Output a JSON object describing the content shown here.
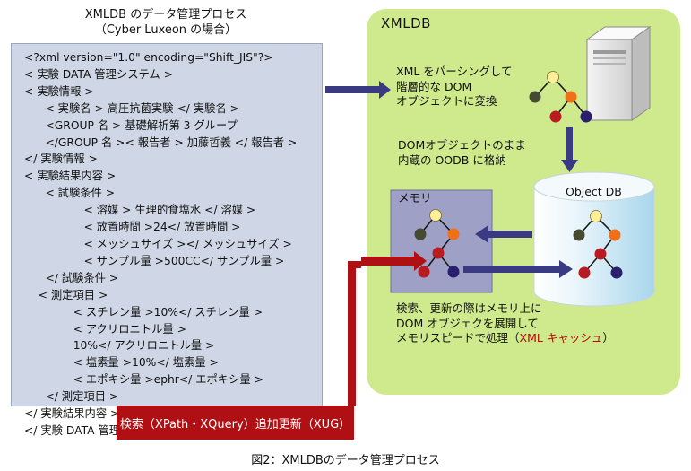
{
  "header": {
    "title": "XMLDB のデータ管理プロセス",
    "subtitle": "（Cyber Luxeon の場合）"
  },
  "xml_lines": [
    "<?xml version=\"1.0\" encoding=\"Shift_JIS\"?>",
    "< 実験 DATA 管理システム >",
    "< 実験情報 >",
    "      < 実験名 > 高圧抗菌実験 </ 実験名 >",
    "      <GROUP 名 > 基礎解析第 3 グループ",
    "      </GROUP 名 >< 報告者 > 加藤哲義 </ 報告者 >",
    "</ 実験情報 >",
    "< 実験結果内容 >",
    "      < 試験条件 >",
    "                 < 溶媒 > 生理的食塩水 </ 溶媒 >",
    "                 < 放置時間 >24</ 放置時間 >",
    "                 < メッシュサイズ ></ メッシュサイズ >",
    "                 < サンプル量 >500CC</ サンプル量 >",
    "      </ 試験条件 >",
    "    < 測定項目 >",
    "              < スチレン量 >10%</ スチレン量 >",
    "              < アクリロニトル量 >",
    "              10%</ アクリロニトル量 >",
    "              < 塩素量 >10%</ 塩素量 >",
    "              < エポキシ量 >ephr</ エポキシ量 >",
    "      </ 測定項目 >",
    "</ 実験結果内容 >",
    "</ 実験 DATA 管理システム >"
  ],
  "xmldb": {
    "title": "XMLDB",
    "parse_text": [
      "XML をパーシングして",
      "階層的な DOM",
      "オブジェクトに変換"
    ],
    "store_text": [
      "DOMオブジェクトのまま",
      "内蔵の OODB に格納"
    ],
    "memory_label": "メモリ",
    "objectdb_label": "Object DB",
    "cache_text_1": "検索、更新の際はメモリ上に",
    "cache_text_2": "DOM オブジェクを展開して",
    "cache_text_3": "メモリスピードで処理（",
    "cache_text_highlight": "XML キャッシュ",
    "cache_text_4": "）"
  },
  "search_box": "検索（XPath・XQuery）追加更新（XUG）",
  "caption": "図2：XMLDBのデータ管理プロセス",
  "colors": {
    "xml_box": "#cfd7e6",
    "green_panel": "#cfe98d",
    "memory_box": "#9fa0c6",
    "node_root": "#ffef9a",
    "node_dark": "#454a30",
    "node_orange": "#f07018",
    "node_red": "#b81c22",
    "node_navy": "#28206e",
    "arrow": "#3a3a82",
    "red_accent": "#b01014"
  }
}
